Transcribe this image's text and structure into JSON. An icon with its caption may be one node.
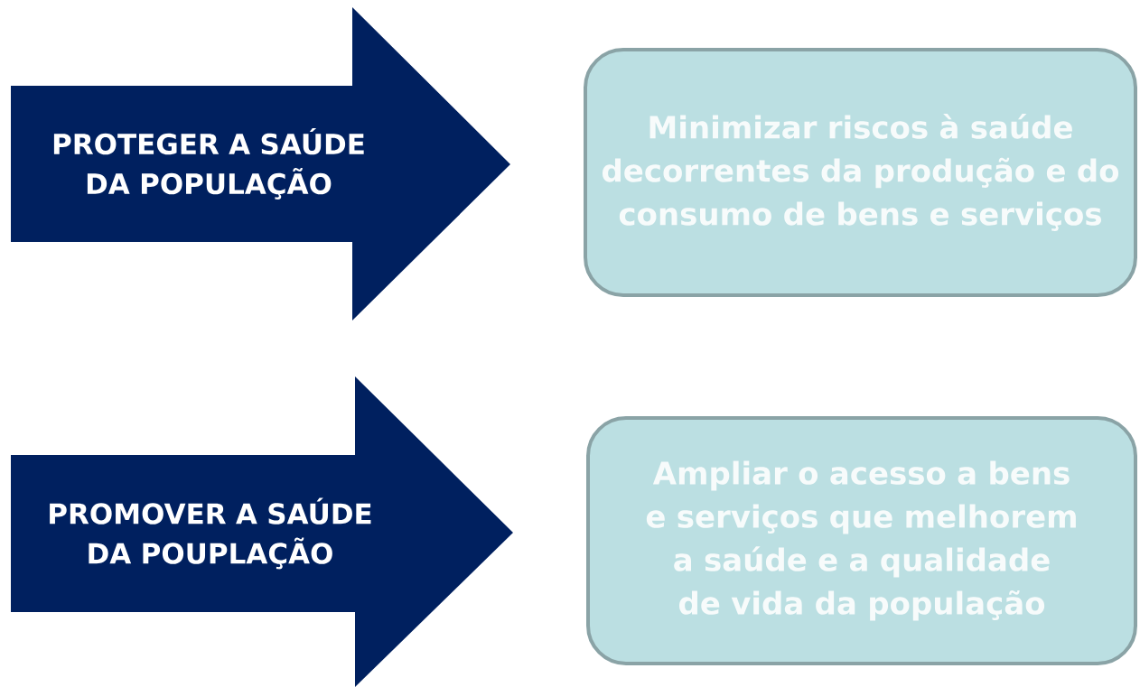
{
  "diagram": {
    "nodes": [
      {
        "text": [
          "PROTEGER A SAÚDE DA POPULAÇÃO"
        ]
      },
      {
        "text": [
          "Minimizar riscos à saúde decorrentes da produção e do consumo de bens e serviços"
        ]
      },
      {
        "text": [
          "PROMOVER A SAÚDE DA POUPLAÇÃO"
        ]
      },
      {
        "text": [
          "Ampliar o acesso a bens e serviços que melhorem a saúde e a qualidade de vida da população"
        ]
      }
    ]
  }
}
